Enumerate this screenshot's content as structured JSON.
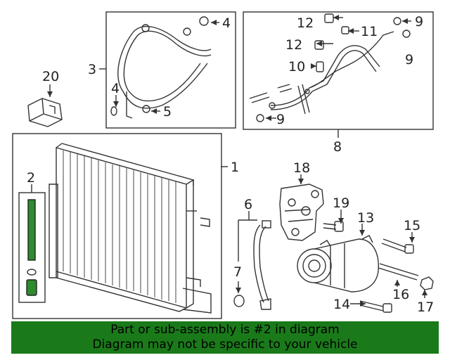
{
  "callouts": {
    "c1": "1",
    "c2": "2",
    "c3": "3",
    "c4a": "4",
    "c4b": "4",
    "c5": "5",
    "c6": "6",
    "c7": "7",
    "c8": "8",
    "c9a": "9",
    "c9b": "9",
    "c9c": "9",
    "c10": "10",
    "c11": "11",
    "c12a": "12",
    "c12b": "12",
    "c13": "13",
    "c14": "14",
    "c15": "15",
    "c16": "16",
    "c17": "17",
    "c18": "18",
    "c19": "19",
    "c20": "20"
  },
  "banner": {
    "line1": "Part or sub-assembly is #2 in diagram",
    "line2": "Diagram may not be specific to your vehicle"
  },
  "colors": {
    "banner_bg": "#1a7a1a",
    "highlight_part": "#2e8b2e",
    "line_art": "#333333"
  }
}
